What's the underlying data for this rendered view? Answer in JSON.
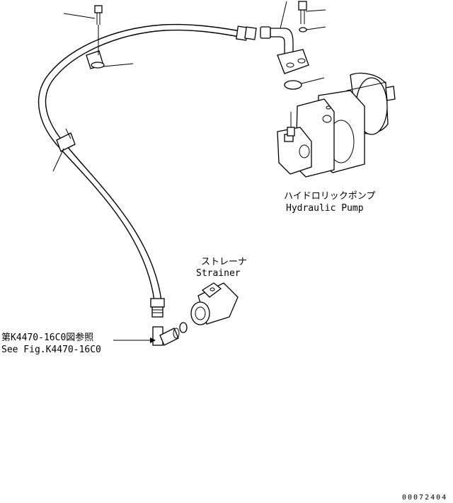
{
  "labels": {
    "pump_jp": "ハイドロリックポンプ",
    "pump_en": "Hydraulic Pump",
    "strainer_jp": "ストレーナ",
    "strainer_en": "Strainer",
    "ref_jp": "第K4470-16C0図参照",
    "ref_en": "See Fig.K4470-16C0",
    "drawing_number": "00072404"
  }
}
